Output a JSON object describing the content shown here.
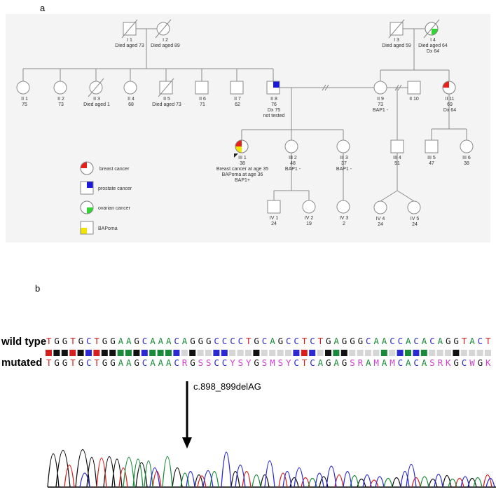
{
  "panel_a_label": "a",
  "panel_b_label": "b",
  "pedigree": {
    "I1": {
      "id": "I 1",
      "note": "Died aged 73"
    },
    "I2": {
      "id": "I 2",
      "note": "Died aged 89"
    },
    "I3": {
      "id": "I 3",
      "note": "Died aged 59"
    },
    "I4": {
      "id": "I 4",
      "note": "Died aged 64",
      "note2": "Dx 64"
    },
    "II1": {
      "id": "II 1",
      "age": "75"
    },
    "II2": {
      "id": "II 2",
      "age": "73"
    },
    "II3": {
      "id": "II 3",
      "note": "Died aged 1"
    },
    "II4": {
      "id": "II 4",
      "age": "68"
    },
    "II5": {
      "id": "II 5",
      "note": "Died aged 73"
    },
    "II6": {
      "id": "II 6",
      "age": "71"
    },
    "II7": {
      "id": "II 7",
      "age": "62"
    },
    "II8": {
      "id": "II 8",
      "age": "76",
      "dx": "Dx 75",
      "status": "not tested"
    },
    "II9": {
      "id": "II 9",
      "age": "73",
      "status": "BAP1 -"
    },
    "II10": {
      "id": "II 10"
    },
    "II11": {
      "id": "II 11",
      "age": "69",
      "dx": "Dx 64"
    },
    "III1": {
      "id": "III 1",
      "age": "38",
      "l1": "Breast cancer at age 35",
      "l2": "BAPoma at age 36",
      "l3": "BAP1+"
    },
    "III2": {
      "id": "III 2",
      "age": "48",
      "status": "BAP1 -"
    },
    "III3": {
      "id": "III 3",
      "age": "37",
      "status": "BAP1 -"
    },
    "III4": {
      "id": "III 4",
      "age": "51"
    },
    "III5": {
      "id": "III 5",
      "age": "47"
    },
    "III6": {
      "id": "III 6",
      "age": "38"
    },
    "IV1": {
      "id": "IV 1",
      "age": "24"
    },
    "IV2": {
      "id": "IV 2",
      "age": "19"
    },
    "IV3": {
      "id": "IV 3",
      "age": "2"
    },
    "IV4": {
      "id": "IV 4",
      "age": "24"
    },
    "IV5": {
      "id": "IV 5",
      "age": "24"
    }
  },
  "legend": {
    "breast": "breast cancer",
    "prostate": "prostate cancer",
    "ovarian": "ovarian cancer",
    "bapoma": "BAPoma"
  },
  "colors": {
    "breast": "#e8201a",
    "prostate": "#1a1ad6",
    "ovarian": "#2fd62f",
    "bapoma": "#f2e600"
  },
  "sequence": {
    "wild_type_label": "wild type",
    "mutated_label": "mutated",
    "wild_type": "TGGTGCTGGAAGCAAACAGGGCCCCTGCAGCCTCTGAGGGCAACCACACAGGTACT",
    "mutated": "TGGTGCTGGAAGCAAACRGSSCCYSYGSMSYCTCAGAGSRAMAMCACASRKGCWGK",
    "mutation_label": "c.898_899delAG",
    "base_colors": {
      "A": "#1a8a3a",
      "C": "#2a2ad0",
      "G": "#111111",
      "T": "#d62020",
      "ambiguous": "#d040d0"
    }
  }
}
